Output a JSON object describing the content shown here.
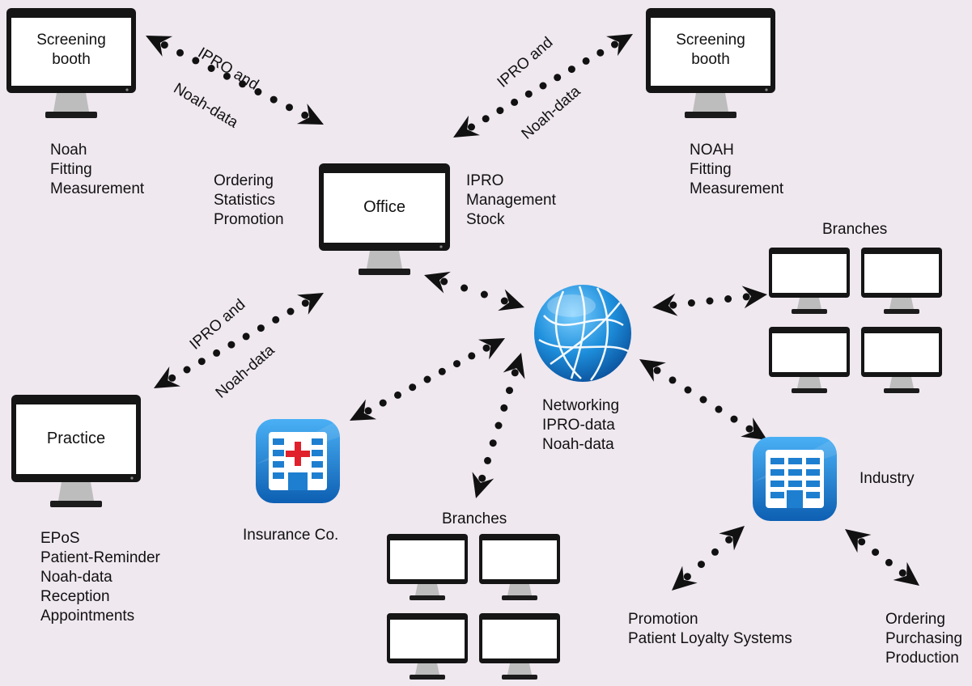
{
  "nodes": {
    "booth_left": {
      "title": "Screening booth",
      "lines": [
        "Noah",
        "Fitting",
        "Measurement"
      ]
    },
    "booth_right": {
      "title": "Screening booth",
      "lines": [
        "NOAH",
        "Fitting",
        "Measurement"
      ]
    },
    "office": {
      "title": "Office",
      "left_lines": [
        "Ordering",
        "Statistics",
        "Promotion"
      ],
      "right_lines": [
        "IPRO",
        "Management",
        "Stock"
      ]
    },
    "practice": {
      "title": "Practice",
      "lines": [
        "EPoS",
        "Patient-Reminder",
        "Noah-data",
        "Reception",
        "Appointments"
      ]
    },
    "network": {
      "lines": [
        "Networking",
        "IPRO-data",
        "Noah-data"
      ],
      "icon": "globe-icon",
      "color": "#1e8fdc"
    },
    "branches_right": {
      "title": "Branches"
    },
    "branches_bottom": {
      "title": "Branches"
    },
    "insurance": {
      "title": "Insurance Co.",
      "icon": "hospital-building-icon",
      "cross_color": "#e0202a"
    },
    "industry": {
      "title": "Industry",
      "icon": "building-icon"
    },
    "promotion": {
      "lines": [
        "Promotion",
        "Patient Loyalty Systems"
      ]
    },
    "ordering": {
      "lines": [
        "Ordering",
        "Purchasing",
        "Production"
      ]
    }
  },
  "edge_labels": {
    "left": {
      "line1": "IPRO and",
      "line2": "Noah-data"
    },
    "right": {
      "line1": "IPRO and",
      "line2": "Noah-data"
    },
    "practice": {
      "line1": "IPRO and",
      "line2": "Noah-data"
    }
  },
  "colors": {
    "background": "#efe8ef",
    "arrow": "#111111",
    "icon_blue": "#1e7fd0"
  }
}
